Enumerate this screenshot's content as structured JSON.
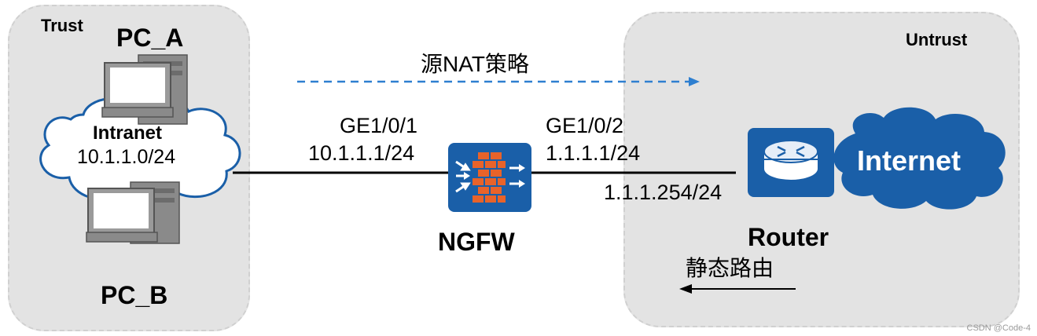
{
  "zones": {
    "trust": "Trust",
    "untrust": "Untrust"
  },
  "devices": {
    "pc_a": "PC_A",
    "pc_b": "PC_B",
    "ngfw": "NGFW",
    "router": "Router"
  },
  "intranet": {
    "name": "Intranet",
    "subnet": "10.1.1.0/24"
  },
  "internet": {
    "name": "Internet"
  },
  "interfaces": {
    "left_name": "GE1/0/1",
    "left_ip": "10.1.1.1/24",
    "right_name": "GE1/0/2",
    "right_ip": "1.1.1.1/24",
    "router_ip": "1.1.1.254/24"
  },
  "policies": {
    "source_nat": "源NAT策略",
    "static_route": "静态路由"
  },
  "colors": {
    "zone_fill": "#e3e3e3",
    "device_blue": "#1a5fa8",
    "cloud_blue": "#1a5fa8",
    "firewall_orange": "#e8632a",
    "dashed_arrow": "#2e7fd0"
  },
  "footer": "CSDN @Code-4"
}
